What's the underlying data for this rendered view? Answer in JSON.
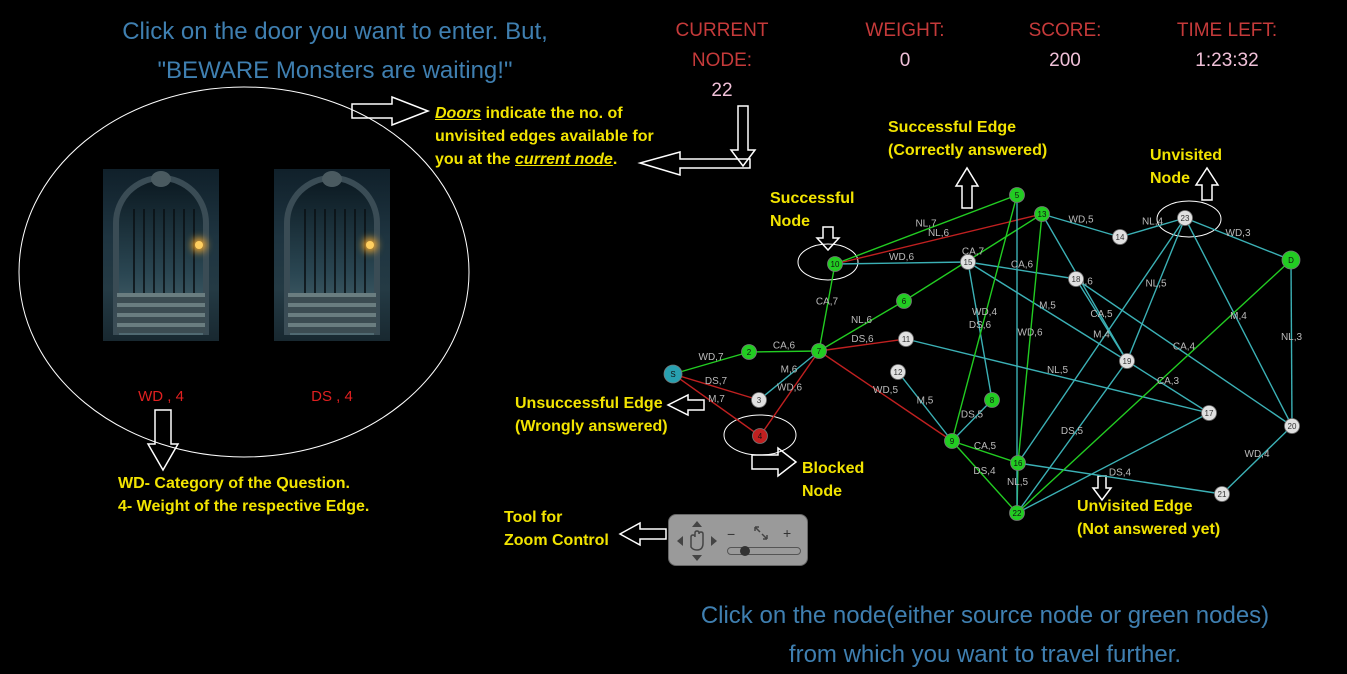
{
  "instructions": {
    "top_line1": "Click on the door you want to enter. But,",
    "top_line2": "\"BEWARE Monsters are waiting!\"",
    "bottom_line1": "Click on the node(either source node or green nodes)",
    "bottom_line2": "from which you want to travel further."
  },
  "stats": {
    "current_node_label_1": "CURRENT",
    "current_node_label_2": "NODE:",
    "current_node_value": "22",
    "weight_label": "WEIGHT:",
    "weight_value": "0",
    "score_label": "SCORE:",
    "score_value": "200",
    "time_label": "TIME LEFT:",
    "time_value": "1:23:32"
  },
  "doors": [
    {
      "label": "WD , 4"
    },
    {
      "label": "DS , 4"
    }
  ],
  "annotations": {
    "doors_note_1a": "Doors",
    "doors_note_1b": " indicate the no. of",
    "doors_note_2": "unvisited edges available for",
    "doors_note_3a": "you at the ",
    "doors_note_3b": "current node",
    "doors_note_3c": ".",
    "legend_1": "WD- Category of the Question.",
    "legend_2": "4- Weight of the respective Edge.",
    "successful_edge_1": "Successful Edge",
    "successful_edge_2": "(Correctly answered)",
    "unvisited_node_1": "Unvisited",
    "unvisited_node_2": "Node",
    "successful_node_1": "Successful",
    "successful_node_2": "Node",
    "unsuccessful_edge_1": "Unsuccessful Edge",
    "unsuccessful_edge_2": "(Wrongly answered)",
    "blocked_node_1": "Blocked",
    "blocked_node_2": "Node",
    "unvisited_edge_1": "Unvisited Edge",
    "unvisited_edge_2": "(Not answered yet)",
    "zoom_tool_1": "Tool for",
    "zoom_tool_2": "Zoom Control"
  },
  "zoom_tool": {
    "minus": "−",
    "plus": "+",
    "level": 0.2
  },
  "colors": {
    "success": "#22cc22",
    "fail": "#c02020",
    "unvisited_edge": "#3bb0b5",
    "unvisited_node": "#e0e0e0",
    "source": "#28a0b0",
    "accent_yellow": "#f2e400",
    "instruction_blue": "#3f7fb0",
    "stat_red": "#c53a3a"
  },
  "graph": {
    "nodes": [
      {
        "id": "S",
        "state": "source"
      },
      {
        "id": "2",
        "state": "success"
      },
      {
        "id": "7",
        "state": "success"
      },
      {
        "id": "3",
        "state": "unvisited"
      },
      {
        "id": "4",
        "state": "blocked"
      },
      {
        "id": "10",
        "state": "success"
      },
      {
        "id": "6",
        "state": "success"
      },
      {
        "id": "5",
        "state": "success"
      },
      {
        "id": "13",
        "state": "success"
      },
      {
        "id": "15",
        "state": "unvisited"
      },
      {
        "id": "14",
        "state": "unvisited"
      },
      {
        "id": "23",
        "state": "unvisited"
      },
      {
        "id": "D",
        "state": "success"
      },
      {
        "id": "18",
        "state": "unvisited"
      },
      {
        "id": "11",
        "state": "unvisited"
      },
      {
        "id": "12",
        "state": "unvisited"
      },
      {
        "id": "19",
        "state": "unvisited"
      },
      {
        "id": "8",
        "state": "success"
      },
      {
        "id": "9",
        "state": "success"
      },
      {
        "id": "16",
        "state": "success"
      },
      {
        "id": "17",
        "state": "unvisited"
      },
      {
        "id": "20",
        "state": "unvisited"
      },
      {
        "id": "21",
        "state": "unvisited"
      },
      {
        "id": "22",
        "state": "success"
      }
    ],
    "edges": [
      {
        "from": "S",
        "to": "2",
        "label": "WD,7",
        "state": "success"
      },
      {
        "from": "2",
        "to": "7",
        "label": "CA,6",
        "state": "success"
      },
      {
        "from": "S",
        "to": "3",
        "label": "DS,7",
        "state": "fail"
      },
      {
        "from": "S",
        "to": "4",
        "label": "M,7",
        "state": "fail"
      },
      {
        "from": "7",
        "to": "3",
        "label": "M,6",
        "state": "unvisited"
      },
      {
        "from": "7",
        "to": "4",
        "label": "WD,6",
        "state": "fail"
      },
      {
        "from": "7",
        "to": "10",
        "label": "CA,7",
        "state": "success"
      },
      {
        "from": "7",
        "to": "6",
        "label": "NL,6",
        "state": "success"
      },
      {
        "from": "7",
        "to": "11",
        "label": "DS,6",
        "state": "fail"
      },
      {
        "from": "7",
        "to": "9",
        "label": "WD,5",
        "state": "fail"
      },
      {
        "from": "10",
        "to": "5",
        "label": "NL,7",
        "state": "success"
      },
      {
        "from": "10",
        "to": "13",
        "label": "NL,6",
        "state": "fail"
      },
      {
        "from": "10",
        "to": "15",
        "label": "WD,6",
        "state": "unvisited"
      },
      {
        "from": "6",
        "to": "13",
        "label": "CA,7",
        "state": "success"
      },
      {
        "from": "13",
        "to": "14",
        "label": "WD,5",
        "state": "unvisited"
      },
      {
        "from": "14",
        "to": "23",
        "label": "NL,4",
        "state": "unvisited"
      },
      {
        "from": "23",
        "to": "D",
        "label": "WD,3",
        "state": "unvisited"
      },
      {
        "from": "15",
        "to": "18",
        "label": "CA,6",
        "state": "unvisited"
      },
      {
        "from": "15",
        "to": "8",
        "label": "DS,6",
        "state": "unvisited"
      },
      {
        "from": "15",
        "to": "19",
        "label": "M,5",
        "state": "unvisited"
      },
      {
        "from": "13",
        "to": "16",
        "label": "WD,6",
        "state": "success"
      },
      {
        "from": "13",
        "to": "19",
        "label": "M,6",
        "state": "unvisited"
      },
      {
        "from": "18",
        "to": "19",
        "label": "CA,5",
        "state": "unvisited"
      },
      {
        "from": "23",
        "to": "19",
        "label": "NL,5",
        "state": "unvisited"
      },
      {
        "from": "23",
        "to": "16",
        "label": "M,4",
        "state": "unvisited"
      },
      {
        "from": "23",
        "to": "20",
        "label": "M,4",
        "state": "unvisited"
      },
      {
        "from": "D",
        "to": "20",
        "label": "NL,3",
        "state": "unvisited"
      },
      {
        "from": "11",
        "to": "17",
        "label": "NL,5",
        "state": "unvisited"
      },
      {
        "from": "12",
        "to": "9",
        "label": "M,5",
        "state": "unvisited"
      },
      {
        "from": "9",
        "to": "8",
        "label": "DS,5",
        "state": "unvisited"
      },
      {
        "from": "19",
        "to": "17",
        "label": "CA,3",
        "state": "unvisited"
      },
      {
        "from": "18",
        "to": "20",
        "label": "CA,4",
        "state": "unvisited"
      },
      {
        "from": "19",
        "to": "22",
        "label": "DS,5",
        "state": "unvisited"
      },
      {
        "from": "5",
        "to": "9",
        "label": "WD,4",
        "state": "success"
      },
      {
        "from": "9",
        "to": "16",
        "label": "CA,5",
        "state": "success"
      },
      {
        "from": "9",
        "to": "22",
        "label": "DS,4",
        "state": "success"
      },
      {
        "from": "16",
        "to": "21",
        "label": "DS,4",
        "state": "unvisited"
      },
      {
        "from": "16",
        "to": "22",
        "label": "NL,5",
        "state": "success"
      },
      {
        "from": "17",
        "to": "22",
        "label": "",
        "state": "unvisited"
      },
      {
        "from": "D",
        "to": "22",
        "label": "",
        "state": "success"
      },
      {
        "from": "20",
        "to": "21",
        "label": "WD,4",
        "state": "unvisited"
      },
      {
        "from": "5",
        "to": "22",
        "label": "",
        "state": "unvisited"
      }
    ]
  }
}
